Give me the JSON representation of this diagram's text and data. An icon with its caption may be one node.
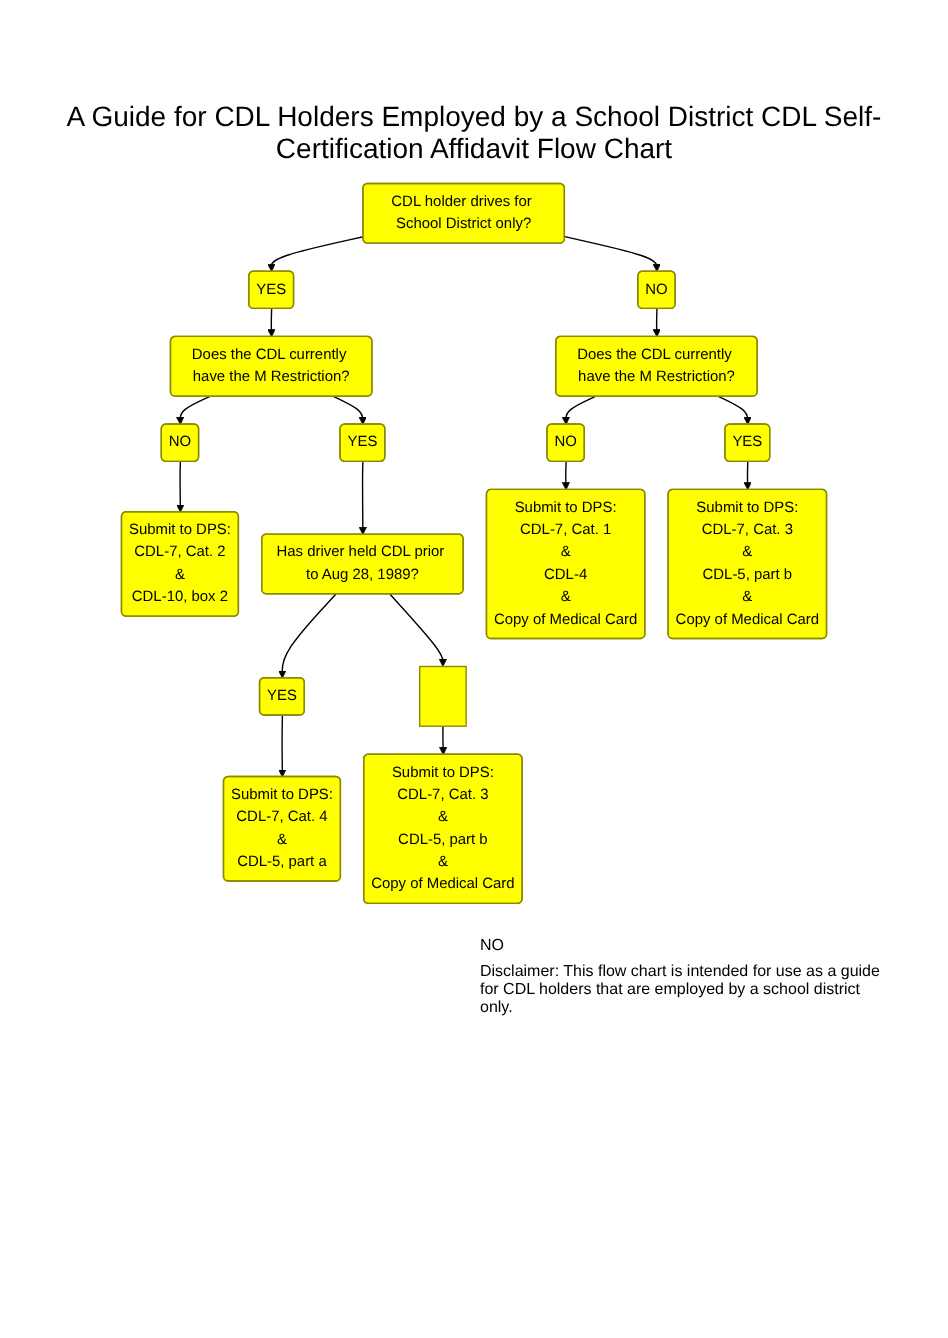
{
  "diagram": {
    "title": "A Guide for CDL Holders Employed by a School District CDL Self-Certification Affidavit Flow Chart",
    "nodes": [
      {
        "text": [
          "CDL holder drives for School District only?"
        ]
      },
      {
        "text": [
          "YES"
        ]
      },
      {
        "text": [
          "NO"
        ]
      },
      {
        "text": [
          "Does the CDL currently have the M Restriction?"
        ]
      },
      {
        "text": [
          "Does the CDL currently have the M Restriction?"
        ]
      },
      {
        "text": [
          "NO"
        ]
      },
      {
        "text": [
          "YES"
        ]
      },
      {
        "text": [
          "NO"
        ]
      },
      {
        "text": [
          "YES"
        ]
      },
      {
        "text": [
          "Submit to DPS:",
          "CDL-7, Cat. 2",
          "&",
          "CDL-10, box 2"
        ]
      },
      {
        "text": [
          "Has driver held CDL prior to Aug 28, 1989?"
        ]
      },
      {
        "text": [
          "Submit to DPS:",
          "CDL-7, Cat. 1",
          "&",
          "CDL-4",
          "&",
          "Copy of Medical Card"
        ]
      },
      {
        "text": [
          "Submit to DPS:",
          "CDL-7, Cat. 3",
          "&",
          "CDL-5, part b",
          "&",
          "Copy of Medical Card"
        ]
      },
      {
        "text": [
          "YES"
        ]
      },
      {
        "text": [],
        "shape": "box"
      },
      {
        "text": [
          "Submit to DPS:",
          "CDL-7, Cat. 4",
          "&",
          "CDL-5, part a"
        ]
      },
      {
        "text": [
          "Submit to DPS:",
          "CDL-7, Cat. 3",
          "&",
          "CDL-5, part b",
          "&",
          "Copy of Medical Card"
        ]
      }
    ],
    "edges": [
      {
        "from": 0,
        "to": 1,
        "arrow": "to"
      },
      {
        "from": 0,
        "to": 2,
        "arrow": "to"
      },
      {
        "from": 1,
        "to": 3,
        "arrow": "to"
      },
      {
        "from": 2,
        "to": 4,
        "arrow": "to"
      },
      {
        "from": 3,
        "to": 5,
        "arrow": "to"
      },
      {
        "from": 3,
        "to": 6,
        "arrow": "to"
      },
      {
        "from": 4,
        "to": 7,
        "arrow": "to"
      },
      {
        "from": 4,
        "to": 8,
        "arrow": "to"
      },
      {
        "from": 5,
        "to": 9,
        "arrow": "to"
      },
      {
        "from": 6,
        "to": 10,
        "arrow": "to"
      },
      {
        "from": 7,
        "to": 11,
        "arrow": "to"
      },
      {
        "from": 8,
        "to": 12,
        "arrow": "to"
      },
      {
        "from": 10,
        "to": 13,
        "arrow": "to"
      },
      {
        "from": 10,
        "to": 14,
        "arrow": "to"
      },
      {
        "from": 13,
        "to": 15,
        "arrow": "to"
      },
      {
        "from": 14,
        "to": 16,
        "arrow": "to"
      }
    ],
    "labels": [
      "NO",
      "Disclaimer:  This flow chart is intended for use as a guide for CDL holders that are employed by a school district only."
    ]
  }
}
